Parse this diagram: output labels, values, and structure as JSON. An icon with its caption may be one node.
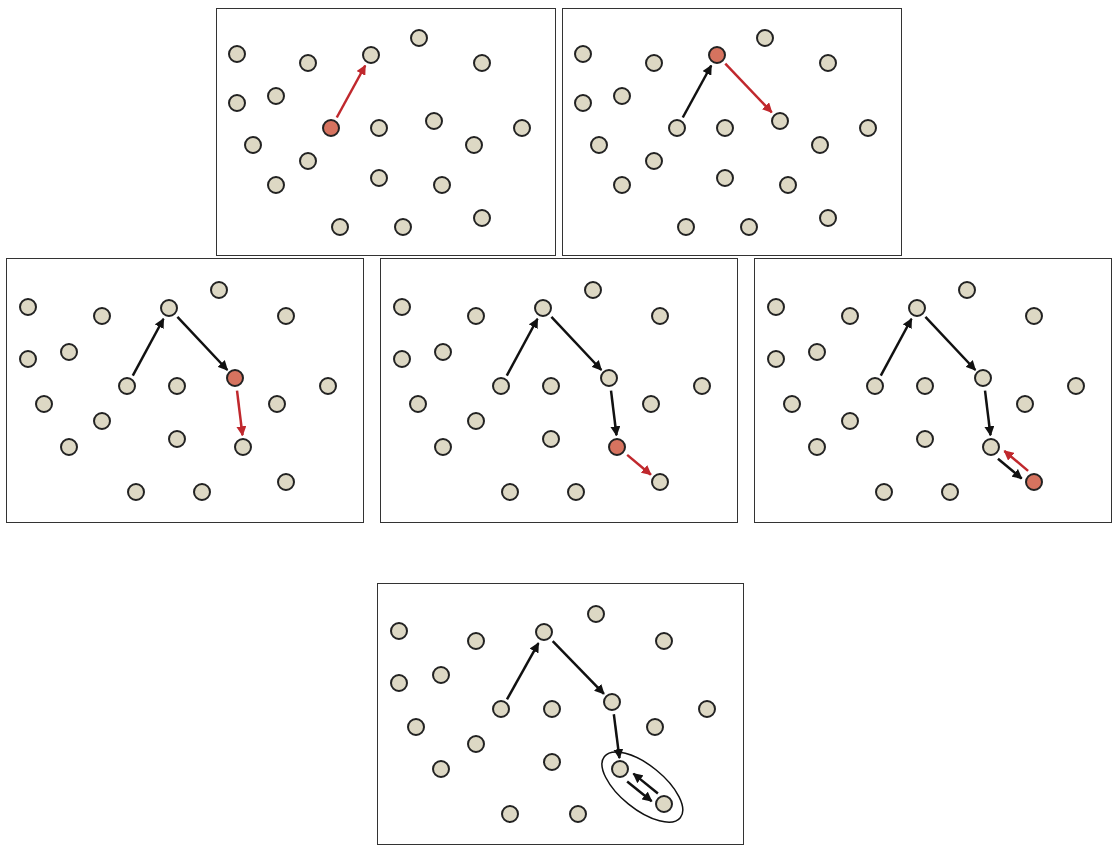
{
  "diagram": {
    "nodes": [
      {
        "text": [],
        "shape": "box"
      },
      {
        "text": [],
        "shape": "circle",
        "in": 0
      },
      {
        "text": [],
        "shape": "circle",
        "in": 0
      },
      {
        "text": [],
        "shape": "circle",
        "in": 0
      },
      {
        "text": [],
        "shape": "circle",
        "in": 0
      },
      {
        "text": [],
        "shape": "circle",
        "in": 0
      },
      {
        "text": [],
        "shape": "circle",
        "in": 0
      },
      {
        "text": [],
        "shape": "circle",
        "in": 0
      },
      {
        "text": [],
        "shape": "circle",
        "in": 0
      },
      {
        "text": [],
        "shape": "circle",
        "in": 0
      },
      {
        "text": [],
        "shape": "circle",
        "in": 0
      },
      {
        "text": [],
        "shape": "circle",
        "in": 0
      },
      {
        "text": [],
        "shape": "circle",
        "in": 0
      },
      {
        "text": [],
        "shape": "circle",
        "in": 0
      },
      {
        "text": [],
        "shape": "circle",
        "in": 0
      },
      {
        "text": [],
        "shape": "circle",
        "in": 0
      },
      {
        "text": [],
        "shape": "circle",
        "in": 0
      },
      {
        "text": [],
        "shape": "circle",
        "in": 0
      },
      {
        "text": [],
        "shape": "circle",
        "in": 0
      },
      {
        "text": [],
        "shape": "circle",
        "in": 0
      },
      {
        "text": [],
        "shape": "circle",
        "in": 0
      },
      {
        "text": [],
        "shape": "box"
      },
      {
        "text": [],
        "shape": "circle",
        "in": 21
      },
      {
        "text": [],
        "shape": "circle",
        "in": 21
      },
      {
        "text": [],
        "shape": "circle",
        "in": 21
      },
      {
        "text": [],
        "shape": "circle",
        "in": 21
      },
      {
        "text": [],
        "shape": "circle",
        "in": 21
      },
      {
        "text": [],
        "shape": "circle",
        "in": 21
      },
      {
        "text": [],
        "shape": "circle",
        "in": 21
      },
      {
        "text": [],
        "shape": "circle",
        "in": 21
      },
      {
        "text": [],
        "shape": "circle",
        "in": 21
      },
      {
        "text": [],
        "shape": "circle",
        "in": 21
      },
      {
        "text": [],
        "shape": "circle",
        "in": 21
      },
      {
        "text": [],
        "shape": "circle",
        "in": 21
      },
      {
        "text": [],
        "shape": "circle",
        "in": 21
      },
      {
        "text": [],
        "shape": "circle",
        "in": 21
      },
      {
        "text": [],
        "shape": "circle",
        "in": 21
      },
      {
        "text": [],
        "shape": "circle",
        "in": 21
      },
      {
        "text": [],
        "shape": "circle",
        "in": 21
      },
      {
        "text": [],
        "shape": "circle",
        "in": 21
      },
      {
        "text": [],
        "shape": "circle",
        "in": 21
      },
      {
        "text": [],
        "shape": "circle",
        "in": 21
      },
      {
        "text": [],
        "shape": "box"
      },
      {
        "text": [],
        "shape": "circle",
        "in": 42
      },
      {
        "text": [],
        "shape": "circle",
        "in": 42
      },
      {
        "text": [],
        "shape": "circle",
        "in": 42
      },
      {
        "text": [],
        "shape": "circle",
        "in": 42
      },
      {
        "text": [],
        "shape": "circle",
        "in": 42
      },
      {
        "text": [],
        "shape": "circle",
        "in": 42
      },
      {
        "text": [],
        "shape": "circle",
        "in": 42
      },
      {
        "text": [],
        "shape": "circle",
        "in": 42
      },
      {
        "text": [],
        "shape": "circle",
        "in": 42
      },
      {
        "text": [],
        "shape": "circle",
        "in": 42
      },
      {
        "text": [],
        "shape": "circle",
        "in": 42
      },
      {
        "text": [],
        "shape": "circle",
        "in": 42
      },
      {
        "text": [],
        "shape": "circle",
        "in": 42
      },
      {
        "text": [],
        "shape": "circle",
        "in": 42
      },
      {
        "text": [],
        "shape": "circle",
        "in": 42
      },
      {
        "text": [],
        "shape": "circle",
        "in": 42
      },
      {
        "text": [],
        "shape": "circle",
        "in": 42
      },
      {
        "text": [],
        "shape": "circle",
        "in": 42
      },
      {
        "text": [],
        "shape": "circle",
        "in": 42
      },
      {
        "text": [],
        "shape": "circle",
        "in": 42
      },
      {
        "text": [],
        "shape": "box"
      },
      {
        "text": [],
        "shape": "circle",
        "in": 63
      },
      {
        "text": [],
        "shape": "circle",
        "in": 63
      },
      {
        "text": [],
        "shape": "circle",
        "in": 63
      },
      {
        "text": [],
        "shape": "circle",
        "in": 63
      },
      {
        "text": [],
        "shape": "circle",
        "in": 63
      },
      {
        "text": [],
        "shape": "circle",
        "in": 63
      },
      {
        "text": [],
        "shape": "circle",
        "in": 63
      },
      {
        "text": [],
        "shape": "circle",
        "in": 63
      },
      {
        "text": [],
        "shape": "circle",
        "in": 63
      },
      {
        "text": [],
        "shape": "circle",
        "in": 63
      },
      {
        "text": [],
        "shape": "circle",
        "in": 63
      },
      {
        "text": [],
        "shape": "circle",
        "in": 63
      },
      {
        "text": [],
        "shape": "circle",
        "in": 63
      },
      {
        "text": [],
        "shape": "circle",
        "in": 63
      },
      {
        "text": [],
        "shape": "circle",
        "in": 63
      },
      {
        "text": [],
        "shape": "circle",
        "in": 63
      },
      {
        "text": [],
        "shape": "circle",
        "in": 63
      },
      {
        "text": [],
        "shape": "circle",
        "in": 63
      },
      {
        "text": [],
        "shape": "circle",
        "in": 63
      },
      {
        "text": [],
        "shape": "circle",
        "in": 63
      },
      {
        "text": [],
        "shape": "box"
      },
      {
        "text": [],
        "shape": "circle",
        "in": 84
      },
      {
        "text": [],
        "shape": "circle",
        "in": 84
      },
      {
        "text": [],
        "shape": "circle",
        "in": 84
      },
      {
        "text": [],
        "shape": "circle",
        "in": 84
      },
      {
        "text": [],
        "shape": "circle",
        "in": 84
      },
      {
        "text": [],
        "shape": "circle",
        "in": 84
      },
      {
        "text": [],
        "shape": "circle",
        "in": 84
      },
      {
        "text": [],
        "shape": "circle",
        "in": 84
      },
      {
        "text": [],
        "shape": "circle",
        "in": 84
      },
      {
        "text": [],
        "shape": "circle",
        "in": 84
      },
      {
        "text": [],
        "shape": "circle",
        "in": 84
      },
      {
        "text": [],
        "shape": "circle",
        "in": 84
      },
      {
        "text": [],
        "shape": "circle",
        "in": 84
      },
      {
        "text": [],
        "shape": "circle",
        "in": 84
      },
      {
        "text": [],
        "shape": "circle",
        "in": 84
      },
      {
        "text": [],
        "shape": "circle",
        "in": 84
      },
      {
        "text": [],
        "shape": "circle",
        "in": 84
      },
      {
        "text": [],
        "shape": "circle",
        "in": 84
      },
      {
        "text": [],
        "shape": "circle",
        "in": 84
      },
      {
        "text": [],
        "shape": "circle",
        "in": 84
      },
      {
        "text": [],
        "shape": "box"
      },
      {
        "text": [],
        "shape": "ellipse",
        "in": 105
      },
      {
        "text": [],
        "shape": "circle",
        "in": 105
      },
      {
        "text": [],
        "shape": "circle",
        "in": 105
      },
      {
        "text": [],
        "shape": "circle",
        "in": 105
      },
      {
        "text": [],
        "shape": "circle",
        "in": 105
      },
      {
        "text": [],
        "shape": "circle",
        "in": 105
      },
      {
        "text": [],
        "shape": "circle",
        "in": 105
      },
      {
        "text": [],
        "shape": "circle",
        "in": 105
      },
      {
        "text": [],
        "shape": "circle",
        "in": 105
      },
      {
        "text": [],
        "shape": "circle",
        "in": 105
      },
      {
        "text": [],
        "shape": "circle",
        "in": 105
      },
      {
        "text": [],
        "shape": "circle",
        "in": 105
      },
      {
        "text": [],
        "shape": "circle",
        "in": 105
      },
      {
        "text": [],
        "shape": "circle",
        "in": 105
      },
      {
        "text": [],
        "shape": "circle",
        "in": 105
      },
      {
        "text": [],
        "shape": "circle",
        "in": 105
      },
      {
        "text": [],
        "shape": "circle",
        "in": 105
      },
      {
        "text": [],
        "shape": "circle",
        "in": 106
      },
      {
        "text": [],
        "shape": "circle",
        "in": 105
      },
      {
        "text": [],
        "shape": "circle",
        "in": 105
      },
      {
        "text": [],
        "shape": "circle",
        "in": 106
      }
    ],
    "edges": [
      {
        "from": 8,
        "to": 3,
        "arrow": "to",
        "color": "#c0282d"
      },
      {
        "from": 29,
        "to": 24,
        "arrow": "to"
      },
      {
        "from": 24,
        "to": 31,
        "arrow": "to",
        "color": "#c0282d"
      },
      {
        "from": 50,
        "to": 45,
        "arrow": "to"
      },
      {
        "from": 45,
        "to": 52,
        "arrow": "to"
      },
      {
        "from": 52,
        "to": 59,
        "arrow": "to",
        "color": "#c0282d"
      },
      {
        "from": 71,
        "to": 66,
        "arrow": "to"
      },
      {
        "from": 66,
        "to": 73,
        "arrow": "to"
      },
      {
        "from": 73,
        "to": 80,
        "arrow": "to"
      },
      {
        "from": 80,
        "to": 83,
        "arrow": "to",
        "color": "#c0282d"
      },
      {
        "from": 92,
        "to": 87,
        "arrow": "to"
      },
      {
        "from": 87,
        "to": 94,
        "arrow": "to"
      },
      {
        "from": 94,
        "to": 101,
        "arrow": "to"
      },
      {
        "from": 101,
        "to": 104,
        "arrow": "to"
      },
      {
        "from": 104,
        "to": 101,
        "arrow": "to",
        "color": "#c0282d"
      },
      {
        "from": 114,
        "to": 109,
        "arrow": "to"
      },
      {
        "from": 109,
        "to": 116,
        "arrow": "to"
      },
      {
        "from": 116,
        "to": 123,
        "arrow": "to"
      },
      {
        "from": 123,
        "to": 126,
        "arrow": "to"
      },
      {
        "from": 126,
        "to": 123,
        "arrow": "to"
      }
    ]
  }
}
